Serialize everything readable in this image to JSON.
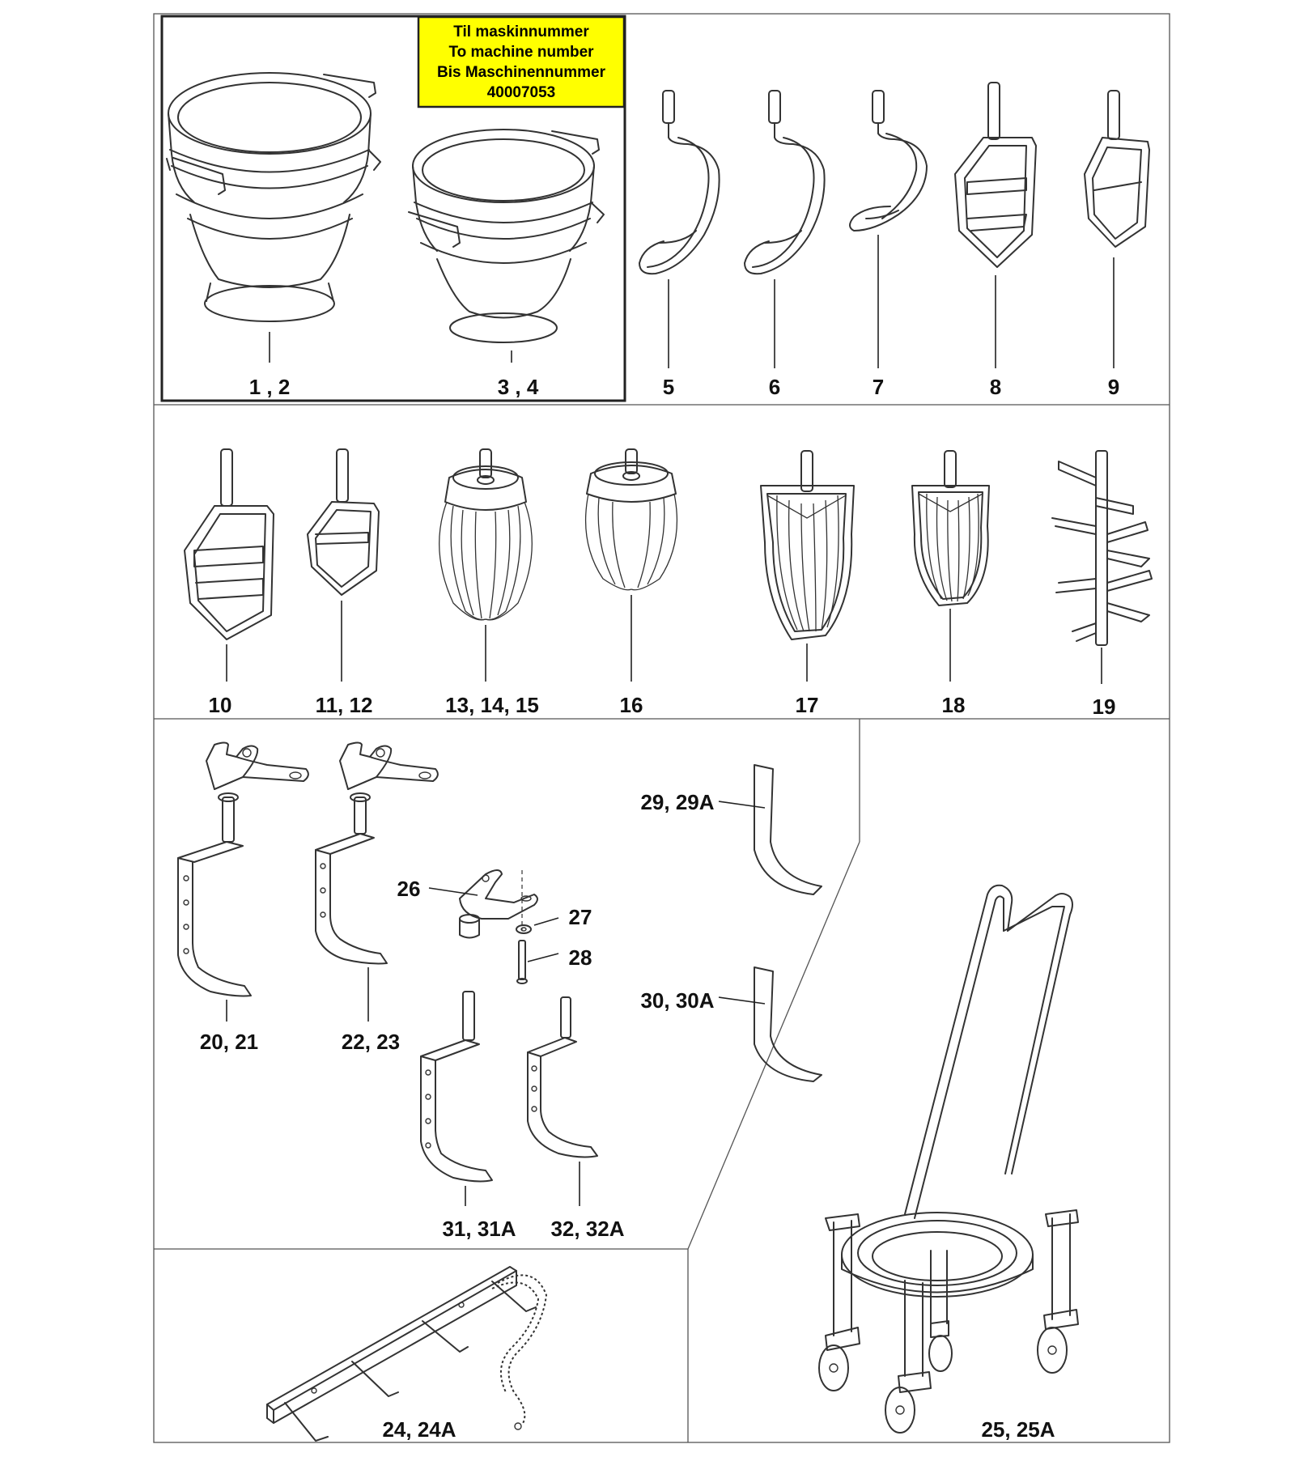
{
  "notice": {
    "lines": [
      "Til maskinnummer",
      "To machine number",
      "Bis Maschinennummer",
      "40007053"
    ],
    "background": "#ffff00"
  },
  "labels": {
    "p1_2": "1 , 2",
    "p3_4": "3 , 4",
    "p5": "5",
    "p6": "6",
    "p7": "7",
    "p8": "8",
    "p9": "9",
    "p10": "10",
    "p11_12": "11, 12",
    "p13_15": "13, 14, 15",
    "p16": "16",
    "p17": "17",
    "p18": "18",
    "p19": "19",
    "p20_21": "20, 21",
    "p22_23": "22, 23",
    "p26": "26",
    "p27": "27",
    "p28": "28",
    "p29": "29, 29A",
    "p30": "30, 30A",
    "p31": "31, 31A",
    "p32": "32, 32A",
    "p24": "24, 24A",
    "p25": "25, 25A"
  }
}
